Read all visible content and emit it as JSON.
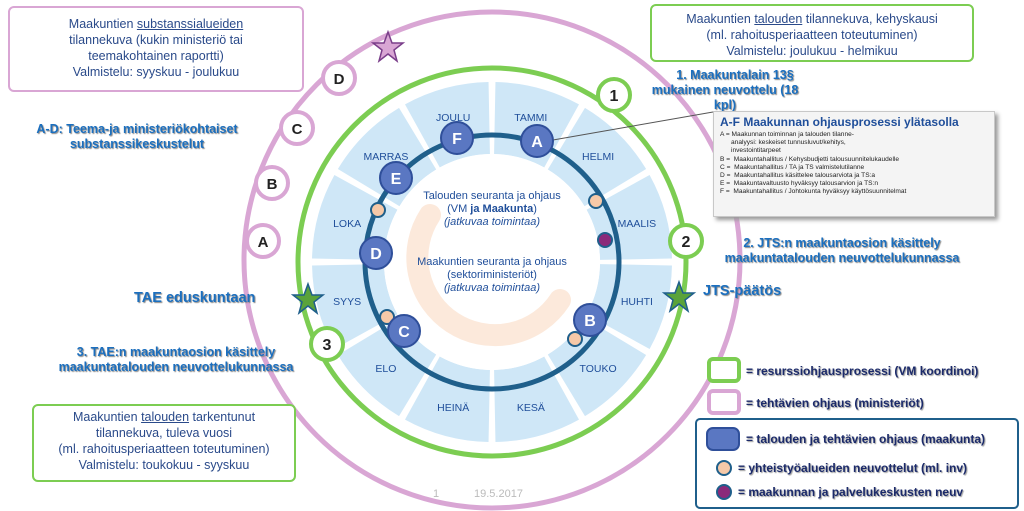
{
  "boxes": {
    "top_left": {
      "line1_pre": "Maakuntien ",
      "line1_link": "substanssialueiden",
      "line2": "tilannekuva (kukin ministeriö tai",
      "line3": "teemakohtainen raportti)",
      "line4": "Valmistelu: syyskuu - joulukuu"
    },
    "top_right": {
      "line1_pre": "Maakuntien ",
      "line1_link": "talouden",
      "line1_post": " tilannekuva, kehyskausi",
      "line2": "(ml. rahoitusperiaatteen toteutuminen)",
      "line3": "Valmistelu: joulukuu - helmikuu"
    },
    "bottom_left": {
      "line1_pre": "Maakuntien ",
      "line1_link": "talouden",
      "line1_post": " tarkentunut",
      "line2": "tilannekuva, tuleva vuosi",
      "line3": "(ml. rahoitusperiaatteen toteutuminen)",
      "line4": "Valmistelu: toukokuu - syyskuu"
    }
  },
  "labels": {
    "step1": "1. Maakuntalain 13§",
    "step1b": "mukainen neuvottelu (18 kpl)",
    "step2": "2. JTS:n maakuntaosion käsittely",
    "step2b": "maakuntatalouden neuvottelukunnassa",
    "step3": "3. TAE:n maakuntaosion käsittely",
    "step3b": "maakuntatalouden neuvottelukunnassa",
    "ad": "A-D: Teema-ja ministeriökohtaiset",
    "adb": "substanssikeskustelut",
    "tae": "TAE eduskuntaan",
    "jts": "JTS-päätös"
  },
  "months": [
    "TAMMI",
    "HELMI",
    "MAALIS",
    "HUHTI",
    "TOUKO",
    "KESÄ",
    "HEINÄ",
    "ELO",
    "SYYS",
    "LOKA",
    "MARRAS",
    "JOULU"
  ],
  "center": {
    "a1": "Talouden seuranta ja ohjaus",
    "a2_pre": "(VM ",
    "a2_bold": "ja Maakunta",
    "a2_post": ")",
    "a3": "(jatkuvaa toimintaa)",
    "b1": "Maakuntien seuranta ja ohjaus",
    "b2": "(sektoriministeriöt)",
    "b3": "(jatkuvaa toimintaa)"
  },
  "blue_nodes": [
    "A",
    "B",
    "C",
    "D",
    "E",
    "F"
  ],
  "outer_nodes": [
    "A",
    "B",
    "C",
    "D"
  ],
  "green_nodes": [
    "1",
    "2",
    "3"
  ],
  "legend": {
    "title": "A-F Maakunnan ohjausprosessi ylätasolla",
    "lines": [
      "A = Maakunnan toiminnan ja talouden tilanne-",
      "      analyysi: keskeiset tunnusluvut/kehitys,",
      "      investointitarpeet",
      "B =  Maakuntahallitus / Kehysbudjetti talousuunnitelukaudelle",
      "C =  Maakuntahallitus / TA ja TS valmistelutilanne",
      "D =  Maakuntahallitus käsittelee talousarviota ja TS:a",
      "E =  Maakuntavaltuusto hyväksyy talousarvion ja TS:n",
      "F =  Maakuntahallitus / Johtokunta hyväksyy käyttösuunnitelmat"
    ]
  },
  "key": {
    "green": "= resurssiohjausprosessi (VM koordinoi)",
    "pink": "= tehtävien ohjaus (ministeriöt)",
    "blue": "= talouden ja tehtävien ohjaus (maakunta)",
    "peach": "= yhteistyöalueiden neuvottelut (ml. inv)",
    "purple": "= maakunnan ja palvelukeskusten neuv"
  },
  "footer": {
    "page": "1",
    "date": "19.5.2017"
  },
  "colors": {
    "green_ring": "#7ccd52",
    "pink_ring": "#d9a6d4",
    "blue_ring": "#1f5f8b",
    "node_blue": "#5a77c2",
    "peach": "#f6c9a8",
    "purple": "#8b2a7a",
    "sector": "#cfe7f7"
  }
}
